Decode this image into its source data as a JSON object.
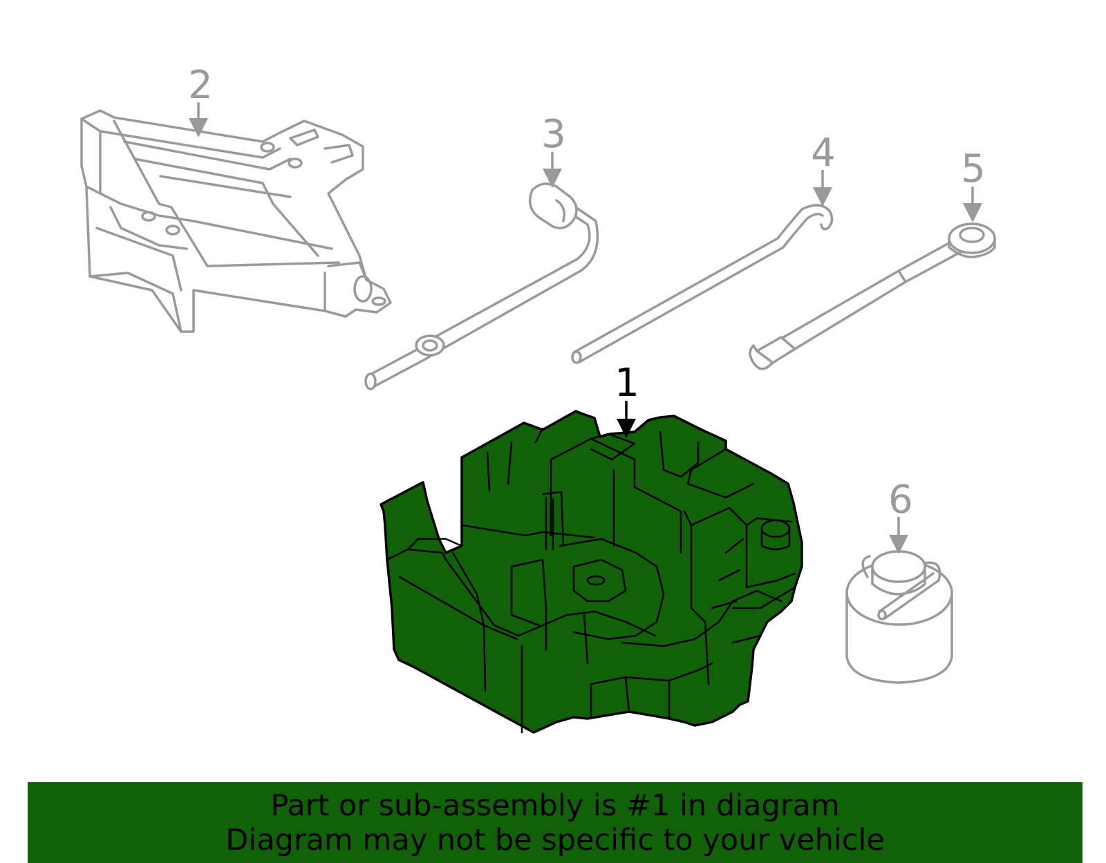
{
  "diagram": {
    "callouts": [
      {
        "id": "1",
        "label": "1",
        "highlighted": true
      },
      {
        "id": "2",
        "label": "2",
        "highlighted": false
      },
      {
        "id": "3",
        "label": "3",
        "highlighted": false
      },
      {
        "id": "4",
        "label": "4",
        "highlighted": false
      },
      {
        "id": "5",
        "label": "5",
        "highlighted": false
      },
      {
        "id": "6",
        "label": "6",
        "highlighted": false
      }
    ]
  },
  "banner": {
    "line1": "Part or sub-assembly is #1 in diagram",
    "line2": "Diagram may not be specific to your vehicle"
  },
  "colors": {
    "highlight": "#116108",
    "banner": "#116108",
    "part_outline": "#9a9a9a",
    "callout_gray": "#9a9a9a",
    "callout_active": "#000000"
  }
}
